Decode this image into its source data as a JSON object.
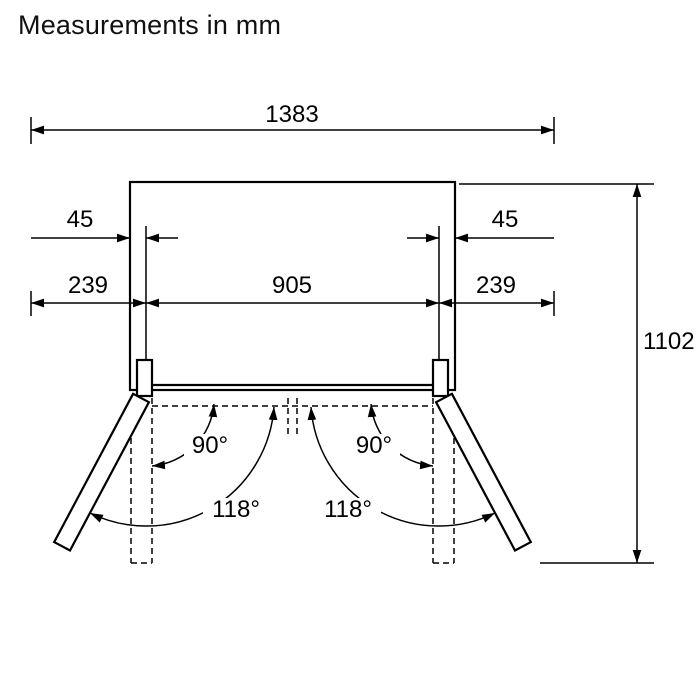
{
  "title": "Measurements in mm",
  "colors": {
    "line": "#000000",
    "background": "#ffffff"
  },
  "dimensions": {
    "total_width": "1383",
    "depth": "1102",
    "center_opening_width": "905",
    "left_side": "239",
    "right_side": "239",
    "left_hinge_clearance": "45",
    "right_hinge_clearance": "45"
  },
  "angles": {
    "left_90": "90°",
    "right_90": "90°",
    "left_118": "118°",
    "right_118": "118°"
  }
}
